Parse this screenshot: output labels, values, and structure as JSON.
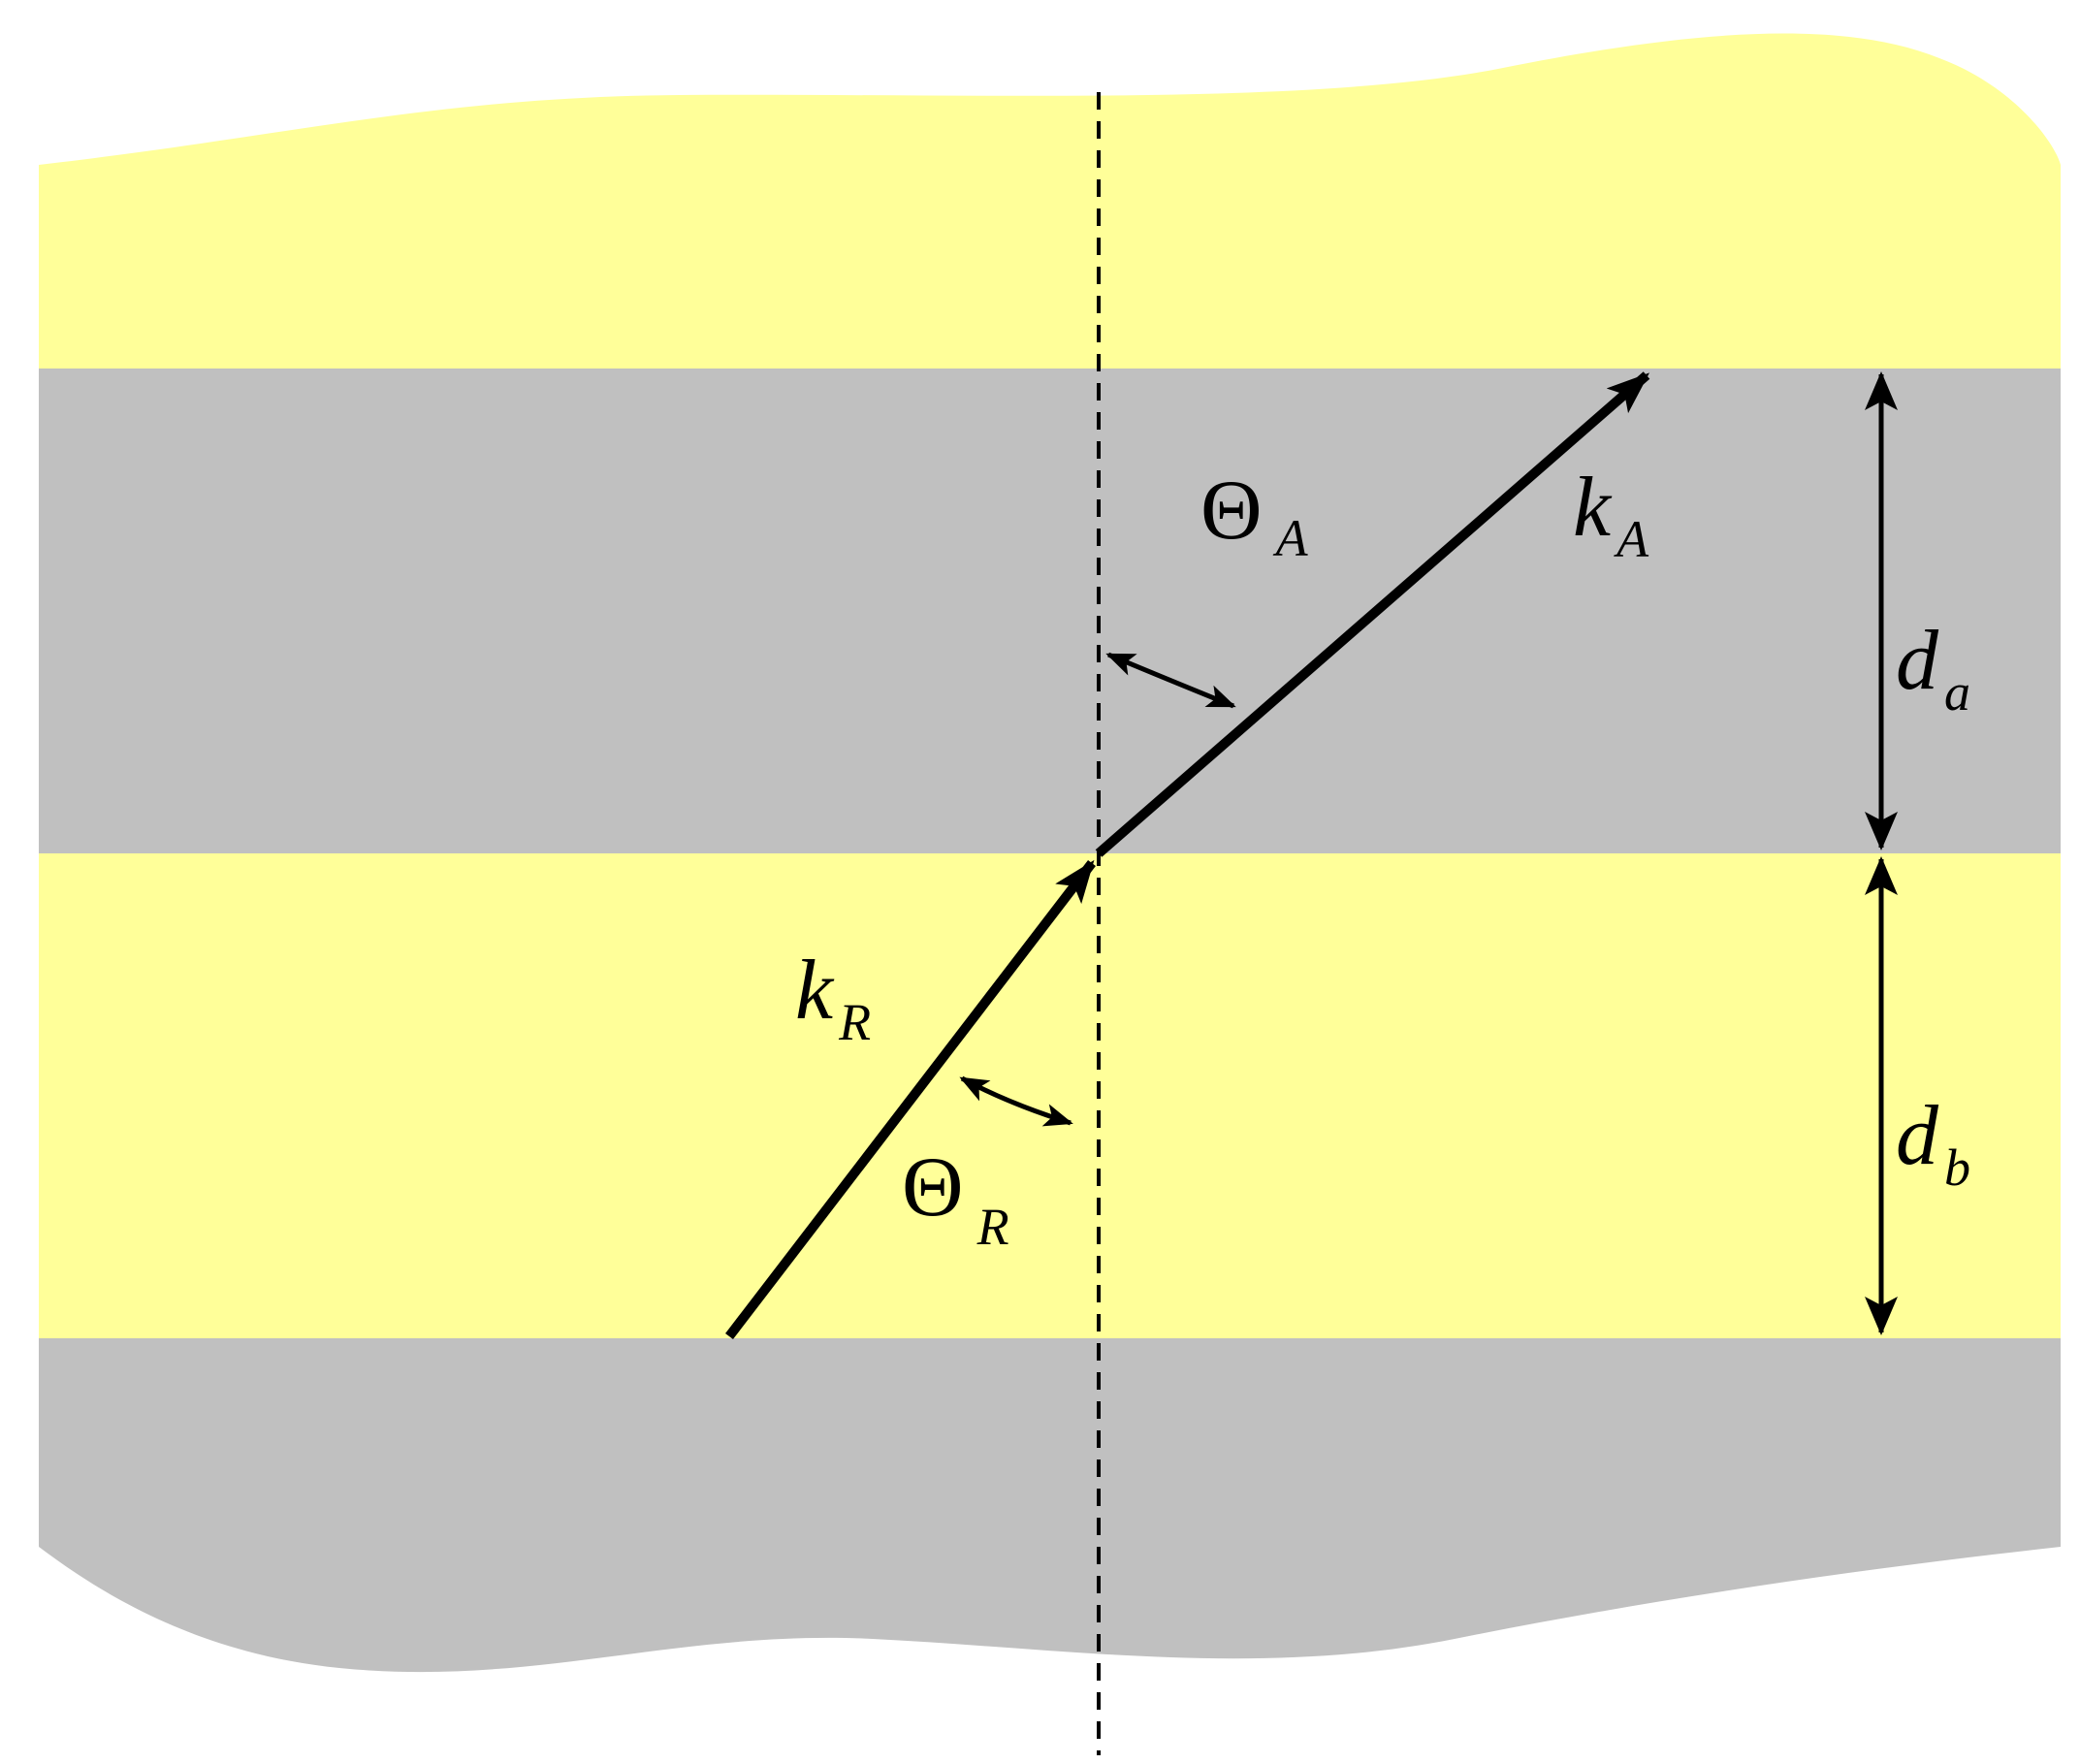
{
  "colors": {
    "layer_a": "#c0c0c0",
    "layer_b": "#ffff99",
    "ink": "#000000",
    "background": "#ffffff"
  },
  "labels": {
    "theta_a": {
      "main": "Θ",
      "sub": "A"
    },
    "k_a": {
      "main": "k",
      "sub": "A"
    },
    "d_a": {
      "main": "d",
      "sub": "a"
    },
    "k_r": {
      "main": "k",
      "sub": "R"
    },
    "theta_r": {
      "main": "Θ",
      "sub": "R"
    },
    "d_b": {
      "main": "d",
      "sub": "b"
    }
  }
}
